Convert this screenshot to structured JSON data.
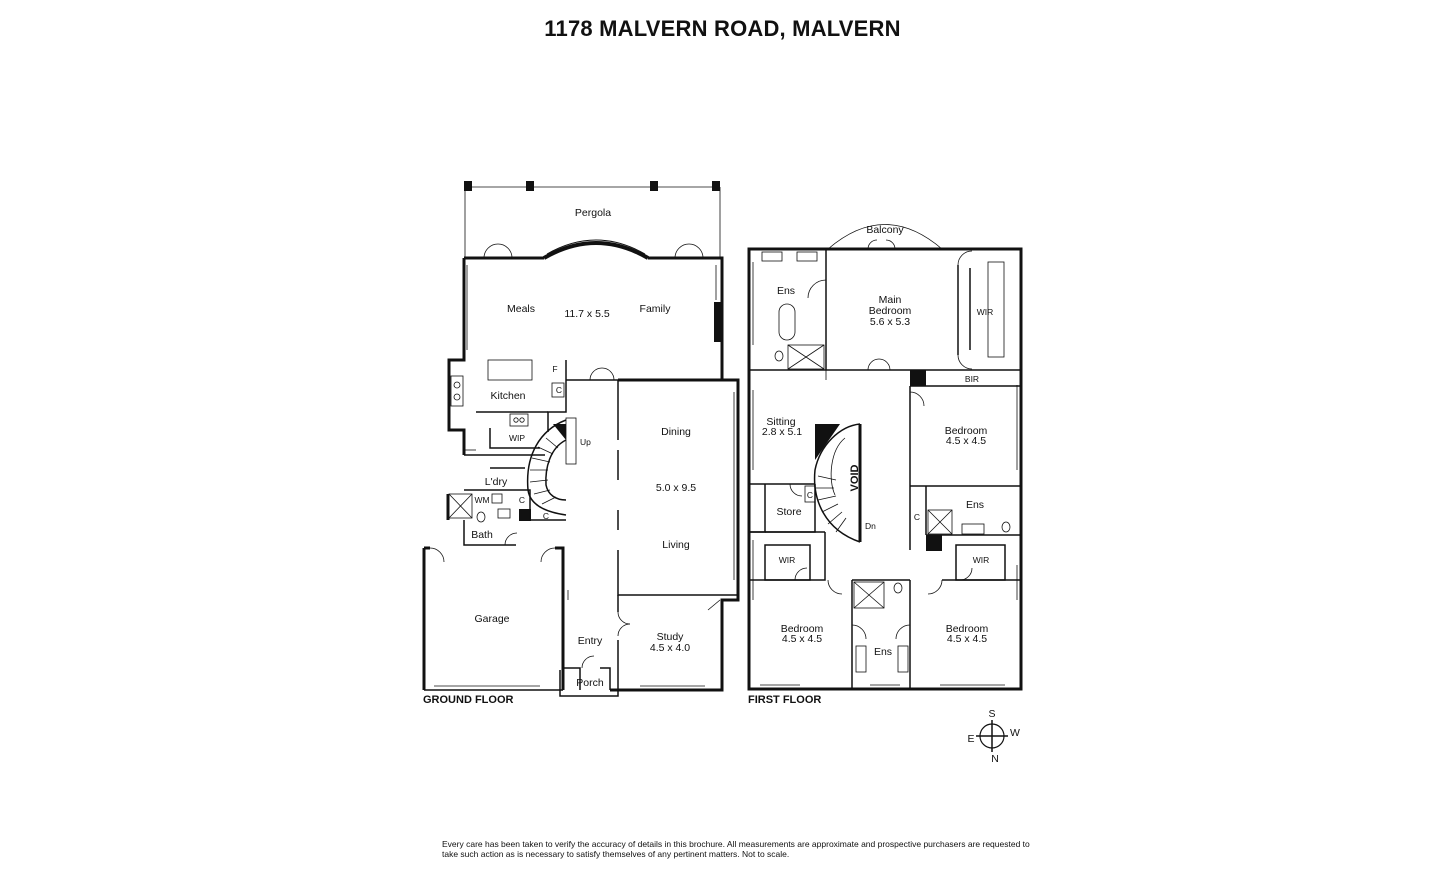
{
  "title": "1178 MALVERN ROAD, MALVERN",
  "ground_floor": {
    "label": "GROUND FLOOR",
    "rooms": {
      "pergola": "Pergola",
      "meals": "Meals",
      "meals_family_size": "11.7 x 5.5",
      "family": "Family",
      "kitchen": "Kitchen",
      "fridge": "F",
      "cupboard1": "C",
      "wip": "WIP",
      "up": "Up",
      "laundry": "L'dry",
      "wm": "WM",
      "cupboard2": "C",
      "cupboard3": "C",
      "bath": "Bath",
      "dining": "Dining",
      "dining_living_size": "5.0 x 9.5",
      "living": "Living",
      "garage": "Garage",
      "entry": "Entry",
      "study": "Study",
      "study_size": "4.5 x 4.0",
      "porch": "Porch"
    }
  },
  "first_floor": {
    "label": "FIRST FLOOR",
    "rooms": {
      "balcony": "Balcony",
      "ens_main": "Ens",
      "main_bedroom_line1": "Main",
      "main_bedroom_line2": "Bedroom",
      "main_bedroom_size": "5.6 x 5.3",
      "wir_main": "WIR",
      "bir": "BIR",
      "sitting": "Sitting",
      "sitting_size": "2.8 x 5.1",
      "void": "VOID",
      "bedroom2": "Bedroom",
      "bedroom2_size": "4.5 x 4.5",
      "ens2": "Ens",
      "cupboard_a": "C",
      "cupboard_b": "C",
      "store": "Store",
      "dn": "Dn",
      "wir_left": "WIR",
      "wir_right": "WIR",
      "bedroom3": "Bedroom",
      "bedroom3_size": "4.5 x 4.5",
      "ens3": "Ens",
      "bedroom4": "Bedroom",
      "bedroom4_size": "4.5 x 4.5"
    }
  },
  "compass": {
    "s": "S",
    "w": "W",
    "e": "E",
    "n": "N"
  },
  "disclaimer": "Every care has been taken to verify the accuracy of details in this brochure. All measurements are approximate and prospective purchasers are requested to take such action as is necessary to satisfy themselves of any pertinent matters. Not to scale."
}
